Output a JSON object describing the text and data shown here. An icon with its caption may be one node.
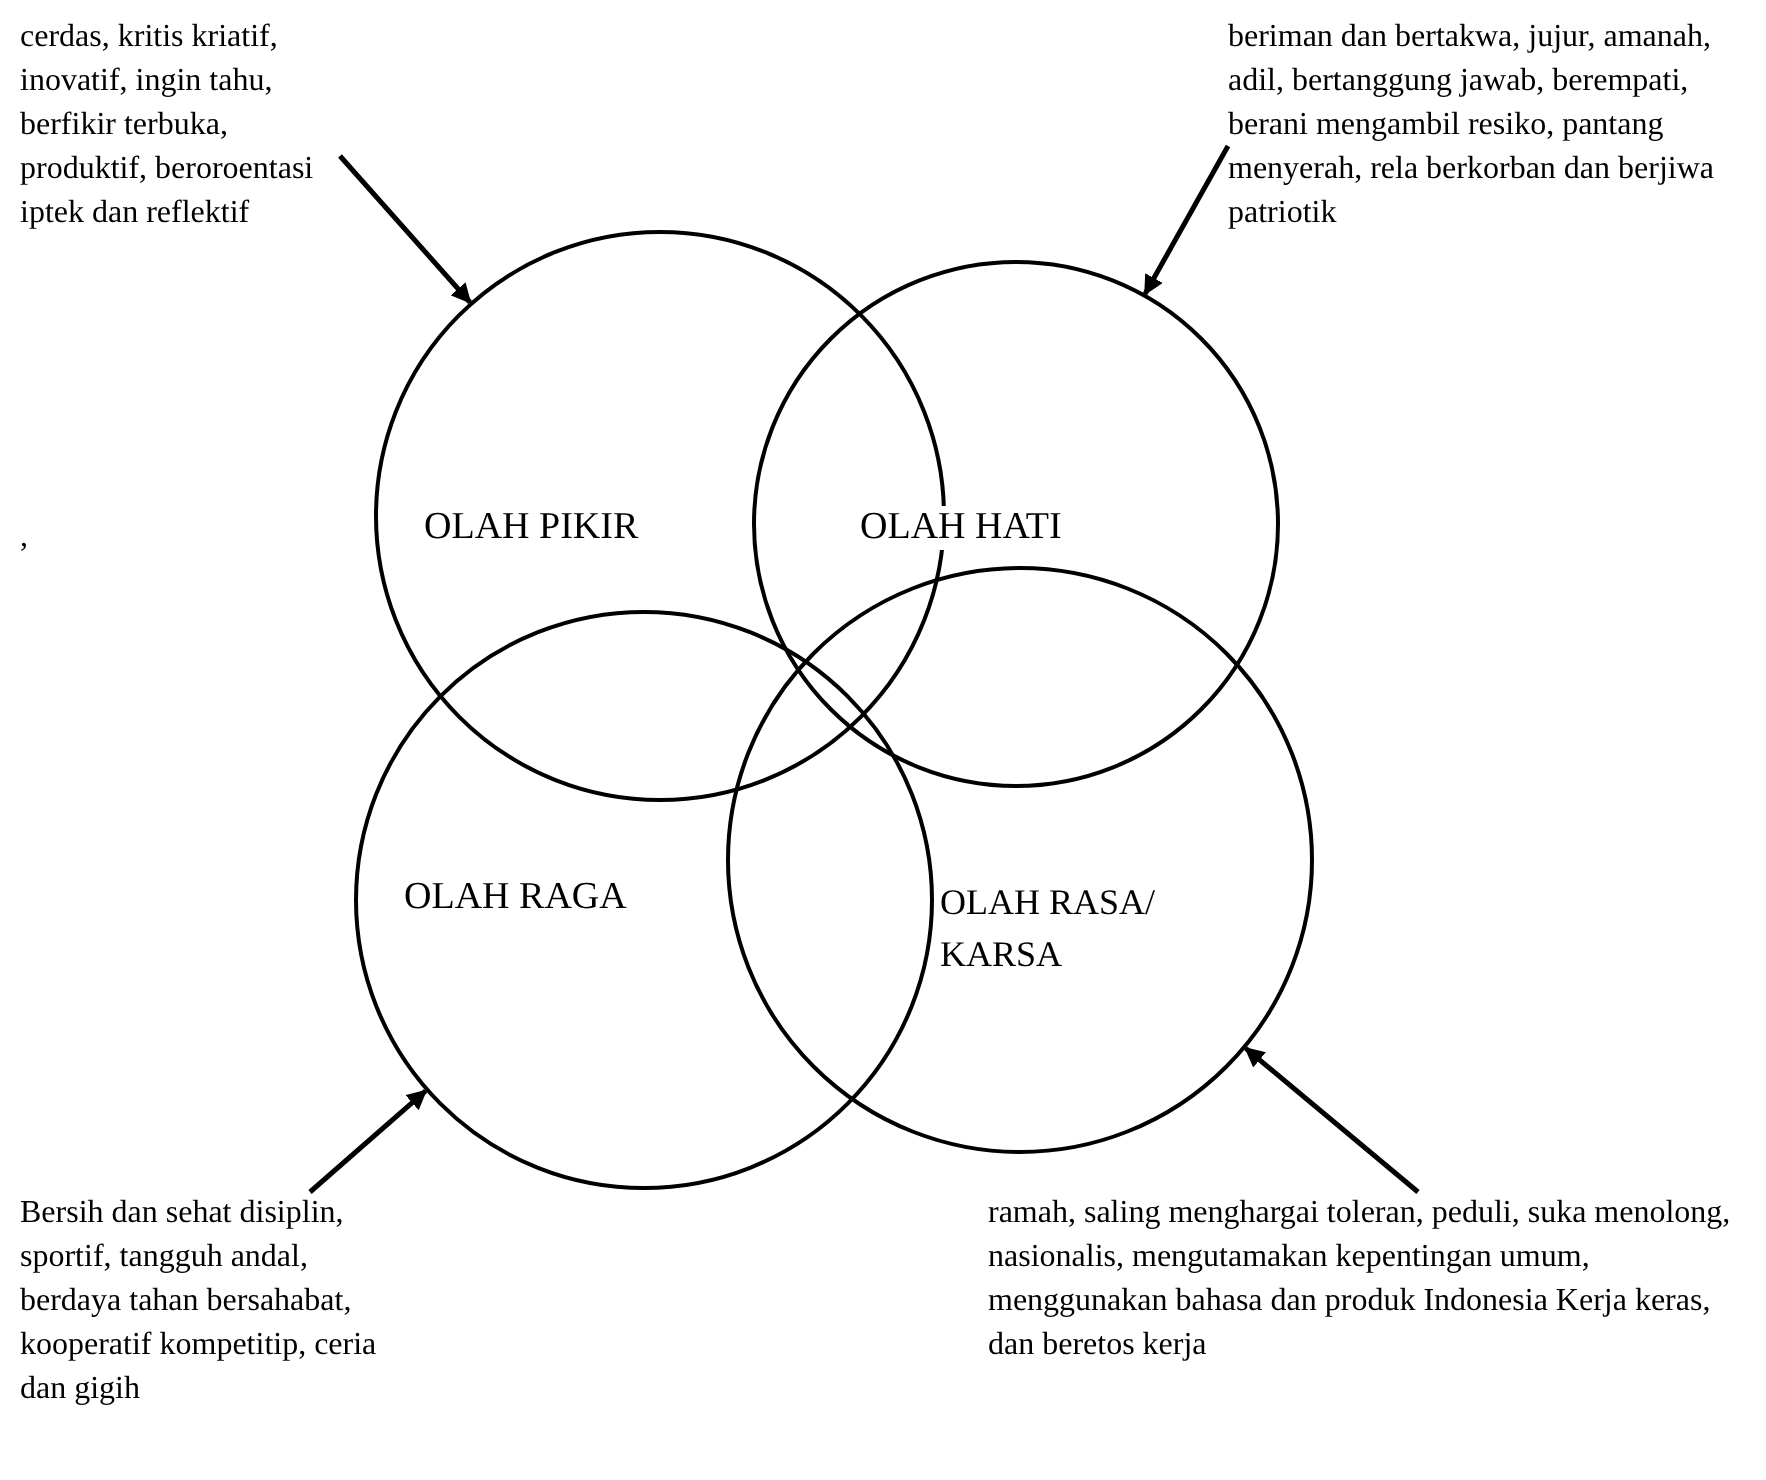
{
  "diagram": {
    "nodes": [
      {
        "text": [
          "OLAH PIKIR"
        ]
      },
      {
        "text": [
          "OLAH HATI"
        ]
      },
      {
        "text": [
          "OLAH RAGA"
        ]
      },
      {
        "text": [
          "OLAH RASA/ KARSA"
        ]
      },
      {
        "text": [
          "cerdas, kritis kriatif, inovatif, ingin tahu, berfikir terbuka, produktif, beroroentasi iptek dan reflektif"
        ]
      },
      {
        "text": [
          "beriman dan bertakwa, jujur, amanah, adil, bertanggung jawab, berempati, berani mengambil resiko, pantang menyerah, rela berkorban dan berjiwa patriotik"
        ]
      },
      {
        "text": [
          "Bersih dan sehat disiplin, sportif, tangguh andal, berdaya tahan bersahabat, kooperatif kompetitip, ceria dan gigih"
        ]
      },
      {
        "text": [
          "ramah, saling menghargai toleran, peduli, suka menolong, nasionalis, mengutamakan kepentingan umum, menggunakan bahasa dan produk Indonesia Kerja keras, dan beretos kerja"
        ]
      }
    ],
    "edges": [
      {
        "from": 4,
        "to": 0,
        "arrow": "to"
      },
      {
        "from": 5,
        "to": 1,
        "arrow": "to"
      },
      {
        "from": 6,
        "to": 2,
        "arrow": "to"
      },
      {
        "from": 7,
        "to": 3,
        "arrow": "to"
      }
    ],
    "labels": [
      ","
    ]
  }
}
